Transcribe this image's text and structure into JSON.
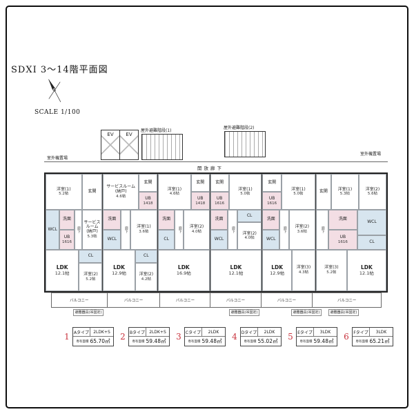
{
  "colors": {
    "wet": "#f3dee4",
    "closet": "#d7e5ef",
    "red": "#c8323c",
    "line": "#444444"
  },
  "header": {
    "title": "SDXⅠ 3〜14階平面図",
    "scale": "SCALE 1/100"
  },
  "plan": {
    "ev1": "EV",
    "ev2": "EV",
    "stair1": "屋外避難階段(1)",
    "stair2": "屋外避難階段(2)",
    "corridor": "開放廊下",
    "outdoor_left": "室外機置場",
    "outdoor_right": "室外機置場",
    "balcony": "バルコニー",
    "evac": "避難器具(吊固定)"
  },
  "units": [
    {
      "id": "A",
      "rooms": {
        "room1": {
          "name": "洋室(1)",
          "size": "5.2帖"
        },
        "entry": {
          "name": "玄関"
        },
        "wcl": {
          "name": "WCL"
        },
        "wash": {
          "name": "洗面"
        },
        "ub": {
          "name": "UB",
          "size": "1616"
        },
        "hall": {
          "name": "廊下"
        },
        "service": {
          "name": "サービスルーム(納戸)",
          "size": "5.3帖"
        },
        "ldk": {
          "name": "LDK",
          "size": "12.1帖"
        },
        "cl": {
          "name": "CL"
        },
        "room2": {
          "name": "洋室(2)",
          "size": "5.2帖"
        }
      }
    },
    {
      "id": "B",
      "rooms": {
        "service": {
          "name": "サービスルーム(納戸)",
          "size": "4.6帖"
        },
        "entry": {
          "name": "玄関"
        },
        "ub": {
          "name": "UB",
          "size": "1418"
        },
        "wash": {
          "name": "洗面"
        },
        "wcl": {
          "name": "WCL"
        },
        "hall": {
          "name": "廊下"
        },
        "room1": {
          "name": "洋室(1)",
          "size": "3.6帖"
        },
        "ldk": {
          "name": "LDK",
          "size": "12.9帖"
        },
        "cl": {
          "name": "CL"
        },
        "room2": {
          "name": "洋室(2)",
          "size": "4.2帖"
        }
      }
    },
    {
      "id": "C",
      "rooms": {
        "room1": {
          "name": "洋室(1)",
          "size": "4.6帖"
        },
        "entry": {
          "name": "玄関"
        },
        "ub": {
          "name": "UB",
          "size": "1418"
        },
        "wash": {
          "name": "洗面"
        },
        "cl": {
          "name": "CL"
        },
        "hall": {
          "name": "廊下"
        },
        "room2": {
          "name": "洋室(2)",
          "size": "4.0帖"
        },
        "ldk": {
          "name": "LDK",
          "size": "16.9帖"
        }
      }
    },
    {
      "id": "D",
      "rooms": {
        "entry": {
          "name": "玄関"
        },
        "ub": {
          "name": "UB",
          "size": "1616"
        },
        "room1": {
          "name": "洋室(1)",
          "size": "5.0帖"
        },
        "wash": {
          "name": "洗面"
        },
        "wcl": {
          "name": "WCL"
        },
        "hall": {
          "name": "廊下"
        },
        "cl": {
          "name": "CL"
        },
        "room2": {
          "name": "洋室(2)",
          "size": "4.0帖"
        },
        "ldk": {
          "name": "LDK",
          "size": "12.1帖"
        }
      }
    },
    {
      "id": "E",
      "rooms": {
        "entry": {
          "name": "玄関"
        },
        "ub": {
          "name": "UB",
          "size": "1616"
        },
        "room1": {
          "name": "洋室(1)",
          "size": "5.0帖"
        },
        "wash": {
          "name": "洗面"
        },
        "wcl": {
          "name": "WCL"
        },
        "hall": {
          "name": "廊下"
        },
        "room2": {
          "name": "洋室(2)",
          "size": "3.6帖"
        },
        "ldk": {
          "name": "LDK",
          "size": "12.9帖"
        },
        "room3": {
          "name": "洋室(3)",
          "size": "4.3帖"
        }
      }
    },
    {
      "id": "F",
      "rooms": {
        "entry": {
          "name": "玄関"
        },
        "room1": {
          "name": "洋室(1)",
          "size": "5.3帖"
        },
        "room2": {
          "name": "洋室(2)",
          "size": "5.6帖"
        },
        "hall": {
          "name": "廊下"
        },
        "wash": {
          "name": "洗面"
        },
        "ub": {
          "name": "UB",
          "size": "1616"
        },
        "wcl": {
          "name": "WCL"
        },
        "cl": {
          "name": "CL"
        },
        "room3": {
          "name": "洋室(3)",
          "size": "5.2帖"
        },
        "ldk": {
          "name": "LDK",
          "size": "12.1帖"
        }
      }
    }
  ],
  "legend": [
    {
      "num": "1",
      "type": "Aタイプ",
      "layout": "2LDK+S",
      "area_label": "専有面積",
      "area": "65.70㎡"
    },
    {
      "num": "2",
      "type": "Bタイプ",
      "layout": "2LDK+S",
      "area_label": "専有面積",
      "area": "59.48㎡"
    },
    {
      "num": "3",
      "type": "Cタイプ",
      "layout": "2LDK",
      "area_label": "専有面積",
      "area": "59.48㎡"
    },
    {
      "num": "4",
      "type": "Dタイプ",
      "layout": "2LDK",
      "area_label": "専有面積",
      "area": "55.02㎡"
    },
    {
      "num": "5",
      "type": "Eタイプ",
      "layout": "3LDK",
      "area_label": "専有面積",
      "area": "59.48㎡"
    },
    {
      "num": "6",
      "type": "Fタイプ",
      "layout": "3LDK",
      "area_label": "専有面積",
      "area": "65.21㎡"
    }
  ]
}
